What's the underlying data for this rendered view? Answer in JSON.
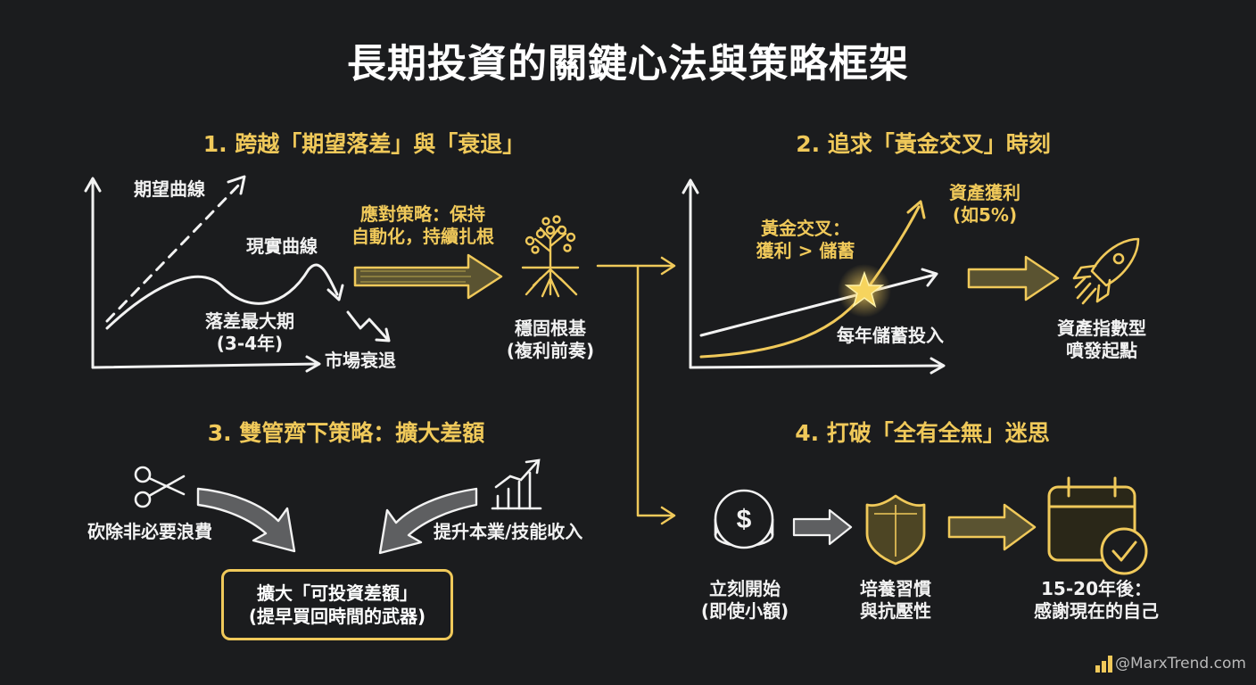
{
  "title": "長期投資的關鍵心法與策略框架",
  "sections": {
    "s1": {
      "heading": "1. 跨越「期望落差」與「衰退」",
      "expected_curve": "期望曲線",
      "actual_curve": "現實曲線",
      "gap_line1": "落差最大期",
      "gap_line2": "(3-4年)",
      "recession": "市場衰退",
      "strategy_line1": "應對策略：保持",
      "strategy_line2": "自動化，持續扎根",
      "foundation_line1": "穩固根基",
      "foundation_line2": "(複利前奏)"
    },
    "s2": {
      "heading": "2. 追求「黃金交叉」時刻",
      "cross_line1": "黃金交叉：",
      "cross_line2": "獲利 > 儲蓄",
      "profit_line1": "資產獲利",
      "profit_line2": "(如5%)",
      "savings": "每年儲蓄投入",
      "explosion_line1": "資產指數型",
      "explosion_line2": "噴發起點"
    },
    "s3": {
      "heading": "3. 雙管齊下策略：擴大差額",
      "cut": "砍除非必要浪費",
      "boost": "提升本業/技能收入",
      "box_line1": "擴大「可投資差額」",
      "box_line2": "(提早買回時間的武器)"
    },
    "s4": {
      "heading": "4. 打破「全有全無」迷思",
      "start_line1": "立刻開始",
      "start_line2": "(即使小額)",
      "habit_line1": "培養習慣",
      "habit_line2": "與抗壓性",
      "future_line1": "15-20年後：",
      "future_line2": "感謝現在的自己"
    }
  },
  "icons": {
    "tree": "tree-roots-icon",
    "rocket": "rocket-icon",
    "scissors": "scissors-icon",
    "growth": "bar-chart-growth-icon",
    "coin": "dollar-coin-icon",
    "shield": "shield-icon",
    "calendar": "calendar-check-icon",
    "star": "star-icon",
    "logo": "bar-logo-icon"
  },
  "colors": {
    "accent": "#f0c95a",
    "background": "#1b1c1e",
    "text": "#f2f2f2"
  },
  "watermark": "@MarxTrend.com"
}
